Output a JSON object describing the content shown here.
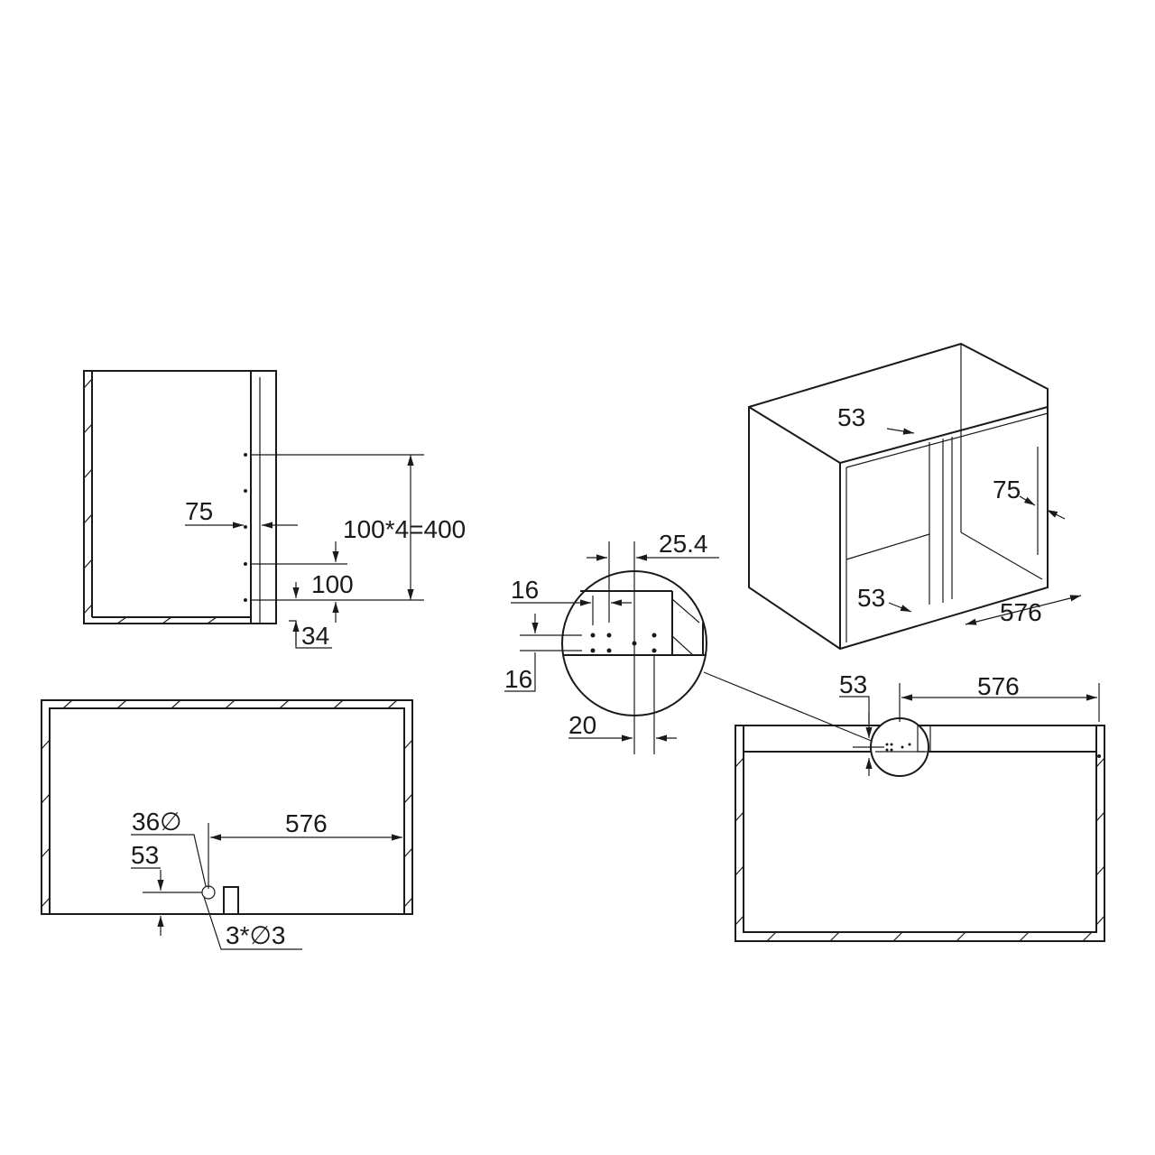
{
  "side_view": {
    "pitch": "100*4=400",
    "setback": "75",
    "spacing": "100",
    "bottom_offset": "34"
  },
  "bottom_view": {
    "hole_diameter": "36∅",
    "edge_offset": "53",
    "width": "576",
    "small_holes": "3*∅3"
  },
  "detail_view": {
    "hole_spacing_a": "25.4",
    "hole_spacing_b": "16",
    "row_spacing": "16",
    "offset": "20"
  },
  "iso_view": {
    "top_offset": "53",
    "side_setback": "75",
    "bottom_offset": "53",
    "width": "576"
  },
  "front_view": {
    "offset": "53",
    "width": "576"
  },
  "colors": {
    "line": "#1a1a1a",
    "background": "#ffffff"
  }
}
